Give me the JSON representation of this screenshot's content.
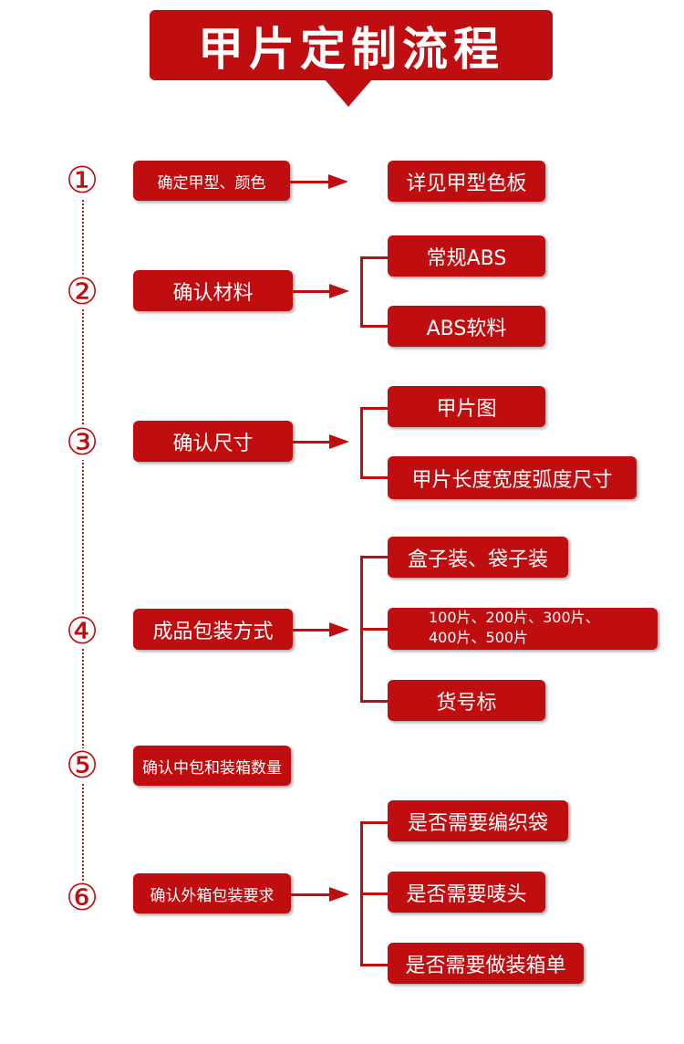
{
  "title": "甲片定制流程",
  "steps": [
    {
      "num": "①",
      "label": "确定甲型、颜色",
      "options": [
        "详见甲型色板"
      ]
    },
    {
      "num": "②",
      "label": "确认材料",
      "options": [
        "常规ABS",
        "ABS软料"
      ]
    },
    {
      "num": "③",
      "label": "确认尺寸",
      "options": [
        "甲片图",
        "甲片长度宽度弧度尺寸"
      ]
    },
    {
      "num": "④",
      "label": "成品包装方式",
      "options": [
        "盒子装、袋子装",
        "100片、200片、300片、",
        "400片、500片",
        "货号标"
      ]
    },
    {
      "num": "⑤",
      "label": "确认中包和装箱数量",
      "options": []
    },
    {
      "num": "⑥",
      "label": "确认外箱包装要求",
      "options": [
        "是否需要编织袋",
        "是否需要唛头",
        "是否需要做装箱单"
      ]
    }
  ],
  "colors": {
    "accent": "#c00d10",
    "background": "#ffffff"
  }
}
